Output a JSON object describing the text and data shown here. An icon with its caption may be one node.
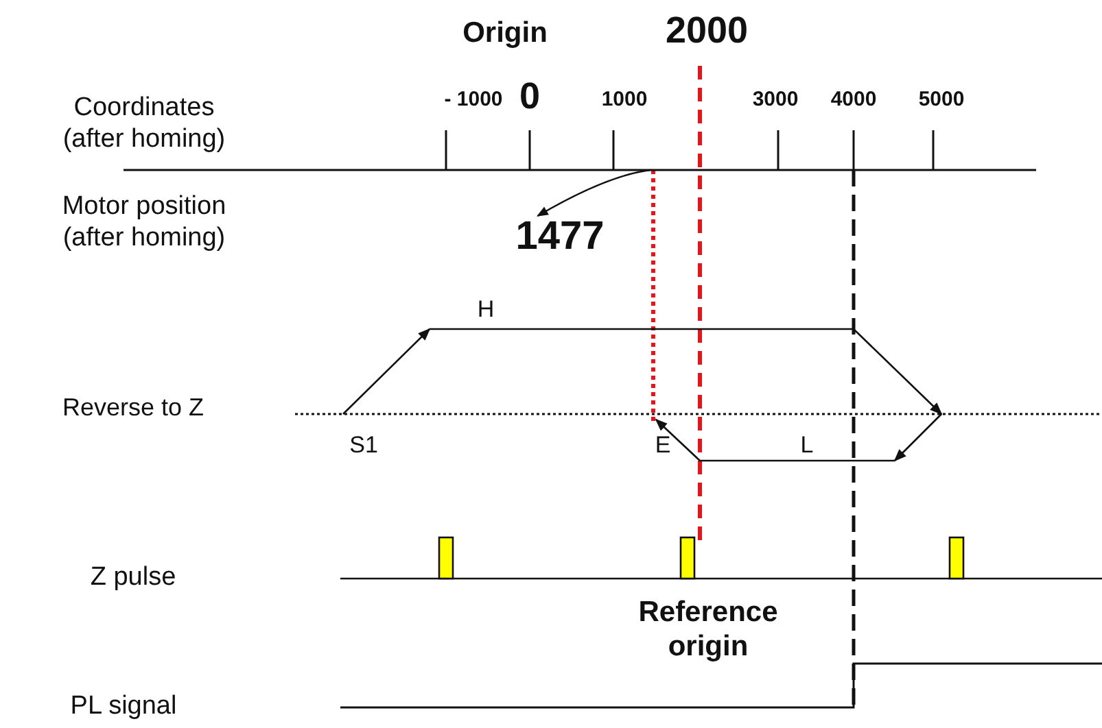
{
  "diagram": {
    "nodes": [
      {
        "text": [],
        "shape": "line"
      },
      {
        "text": [
          "1477"
        ]
      }
    ],
    "edges": [
      {
        "from": 0,
        "to": 1,
        "arrow": "to"
      }
    ],
    "labels": [
      "Origin",
      "2000",
      "Coordinates (after homing)",
      "- 1000",
      "0",
      "1000",
      "3000",
      "4000",
      "5000",
      "Motor position (after homing)",
      "H",
      "Reverse to Z",
      "S1",
      "E",
      "L",
      "Z pulse",
      "Reference origin",
      "PL signal"
    ]
  }
}
